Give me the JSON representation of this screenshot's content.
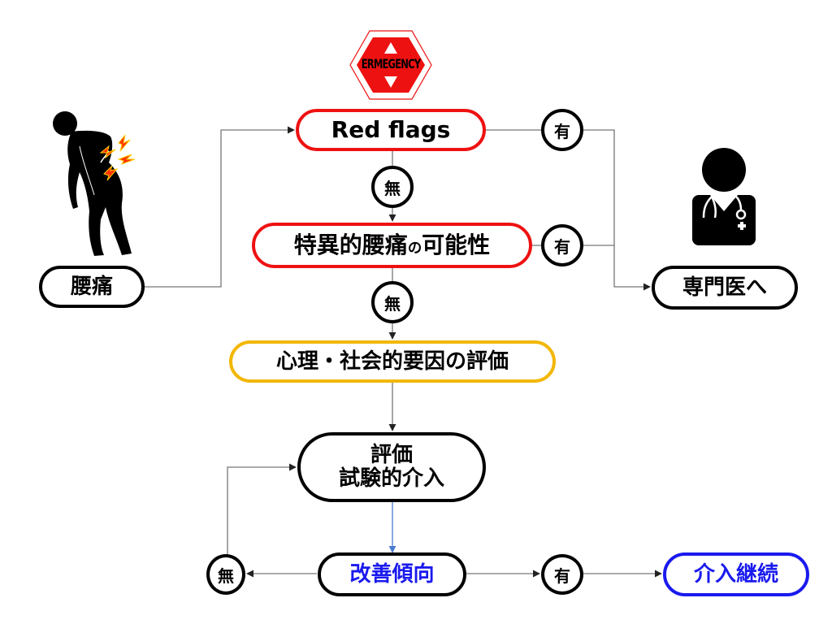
{
  "emergency_sign": {
    "label": "ERMEGENCY",
    "color": "#ee1111"
  },
  "nodes": {
    "low_back_pain": {
      "label": "腰痛"
    },
    "red_flags": {
      "label": "Red flags",
      "border_color": "#ee1111"
    },
    "specific_lbp": {
      "label_main": "特異的腰痛",
      "label_particle": "の",
      "label_tail": "可能性",
      "border_color": "#ee1111"
    },
    "psychosocial": {
      "label": "心理・社会的要因の評価",
      "border_color": "#f2b705"
    },
    "evaluation": {
      "line1": "評価",
      "line2": "試験的介入"
    },
    "improvement": {
      "label": "改善傾向",
      "text_color": "#1a1aee"
    },
    "continue": {
      "label": "介入継続",
      "text_color": "#1a1aee",
      "border_color": "#1a1aee"
    },
    "specialist": {
      "label": "専門医へ"
    }
  },
  "decisions": {
    "red_flags_yes": "有",
    "red_flags_no": "無",
    "specific_yes": "有",
    "specific_no": "無",
    "improvement_no": "無",
    "improvement_yes": "有"
  },
  "icons": {
    "patient": "person-back-pain-icon",
    "doctor": "doctor-icon",
    "emergency": "emergency-sign-icon"
  }
}
